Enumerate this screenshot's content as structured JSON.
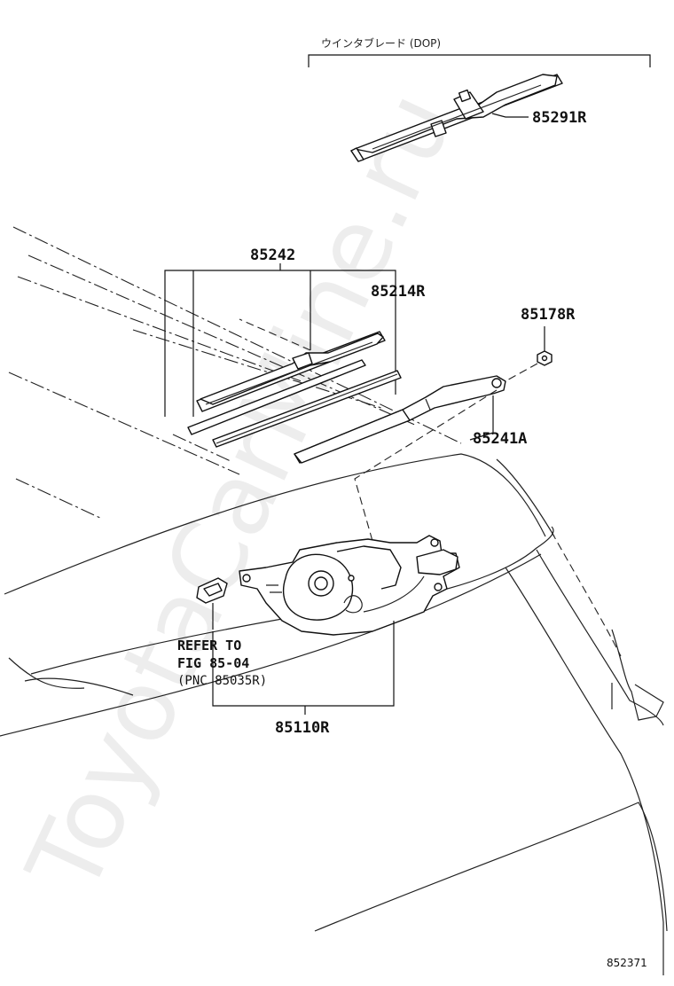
{
  "diagram": {
    "watermark": "ToyotaCarMine.ru",
    "figure_number": "852371",
    "option_group": {
      "label": "ウインタブレード (DOP)"
    },
    "parts": [
      {
        "number": "85291R"
      },
      {
        "number": "85242"
      },
      {
        "number": "85214R"
      },
      {
        "number": "85178R"
      },
      {
        "number": "85241A"
      },
      {
        "number": "85110R"
      }
    ],
    "reference_note": {
      "line1": "REFER TO",
      "line2": "FIG 85-04",
      "line3": "(PNC 85035R)"
    }
  }
}
